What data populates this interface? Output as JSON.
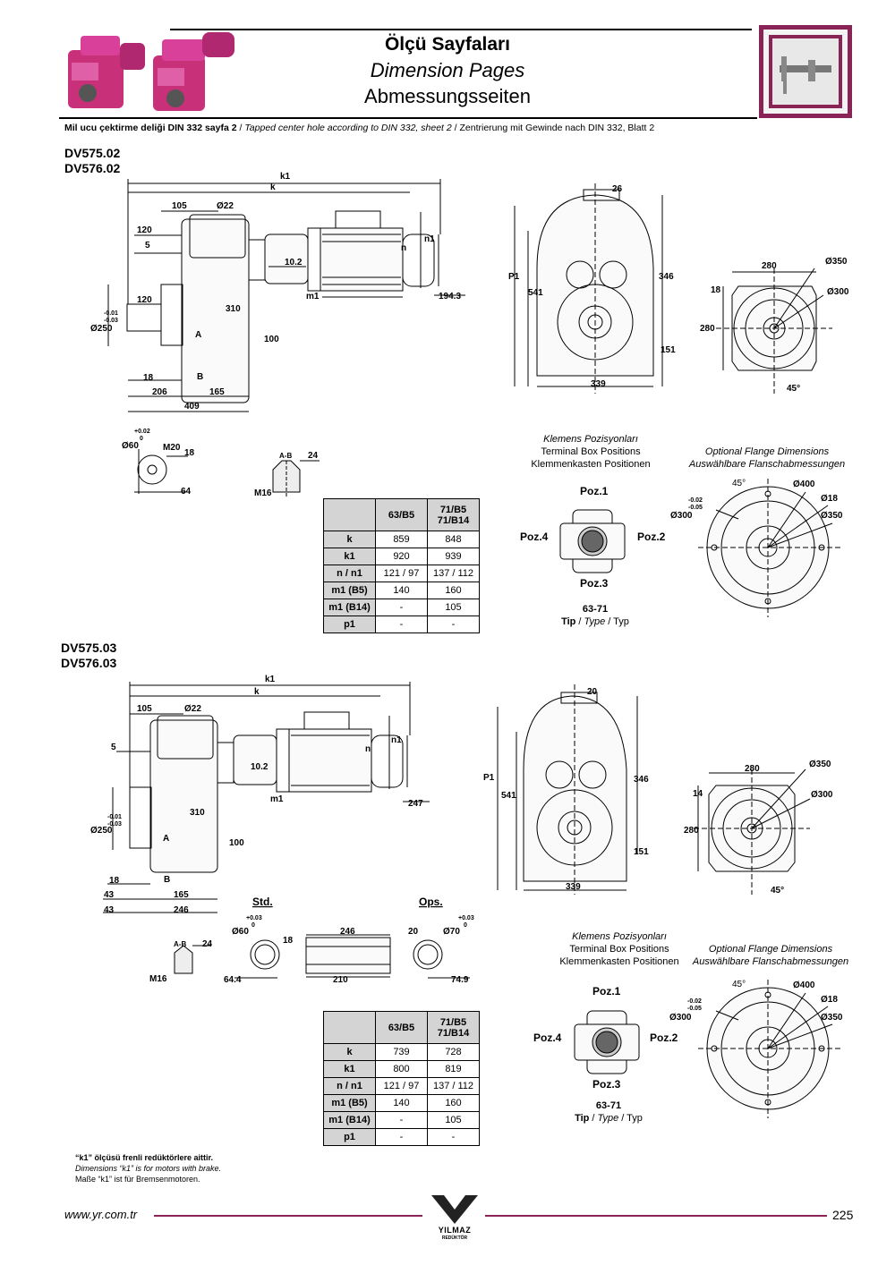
{
  "header": {
    "title_tr": "Ölçü Sayfaları",
    "title_en": "Dimension Pages",
    "title_de": "Abmessungsseiten"
  },
  "subtitle": {
    "tr": "Mil ucu çektirme deliği DIN 332 sayfa 2",
    "en": "Tapped center hole according to DIN 332, sheet 2",
    "de": "Zentrierung mit Gewinde nach DIN 332, Blatt 2",
    "sep": " / "
  },
  "section1": {
    "models": [
      "DV575.02",
      "DV576.02"
    ],
    "side_view": {
      "k1": "k1",
      "k": "k",
      "d105": "105",
      "d22": "Ø22",
      "d120a": "120",
      "d5": "5",
      "d120b": "120",
      "tol_plus": "-0.01",
      "tol_minus": "-0.03",
      "d250": "Ø250",
      "d310": "310",
      "d18": "18",
      "d206": "206",
      "d165": "165",
      "d409": "409",
      "d100": "100",
      "A": "A",
      "B": "B",
      "d10_2": "10.2",
      "m1": "m1",
      "n": "n",
      "n1": "n1",
      "d194_3": "194.3"
    },
    "front_view": {
      "d26": "26",
      "P1": "P1",
      "d541": "541",
      "d346": "346",
      "d151": "151",
      "d339": "339"
    },
    "flange_view": {
      "d280a": "280",
      "d350": "Ø350",
      "d18": "18",
      "d300": "Ø300",
      "d280b": "280",
      "d45": "45°"
    },
    "shaft": {
      "tol_plus": "+0.02",
      "tol_zero": "0",
      "d60": "Ø60",
      "M20": "M20",
      "d18": "18",
      "d64": "64"
    },
    "section_ab": {
      "label": "A-B",
      "d24": "24",
      "M16": "M16"
    },
    "table": {
      "headers": [
        "",
        "63/B5",
        "71/B5\n71/B14"
      ],
      "rows": [
        {
          "label": "k",
          "v1": "859",
          "v2": "848"
        },
        {
          "label": "k1",
          "v1": "920",
          "v2": "939"
        },
        {
          "label": "n / n1",
          "v1": "121 / 97",
          "v2": "137 / 112"
        },
        {
          "label": "m1 (B5)",
          "v1": "140",
          "v2": "160"
        },
        {
          "label": "m1 (B14)",
          "v1": "-",
          "v2": "105"
        },
        {
          "label": "p1",
          "v1": "-",
          "v2": "-"
        }
      ]
    },
    "terminal_box": {
      "line1": "Klemens Pozisyonları",
      "line2": "Terminal Box Positions",
      "line3": "Klemmenkasten Positionen",
      "poz1": "Poz.1",
      "poz2": "Poz.2",
      "poz3": "Poz.3",
      "poz4": "Poz.4",
      "size": "63-71",
      "type_tr": "Tip",
      "type_en": "Type",
      "type_de": "Typ"
    },
    "optional_flange": {
      "line1": "Optional Flange Dimensions",
      "line2": "Auswählbare Flanschabmessungen",
      "d45": "45°",
      "d400": "Ø400",
      "d18": "Ø18",
      "tol1": "-0.02",
      "tol2": "-0.05",
      "d300": "Ø300",
      "d350": "Ø350"
    }
  },
  "section2": {
    "models": [
      "DV575.03",
      "DV576.03"
    ],
    "side_view": {
      "k1": "k1",
      "k": "k",
      "d105": "105",
      "d22": "Ø22",
      "d5": "5",
      "tol_plus": "-0.01",
      "tol_minus": "-0.03",
      "d250": "Ø250",
      "d310": "310",
      "d18": "18",
      "d43a": "43",
      "d43b": "43",
      "d165": "165",
      "d246": "246",
      "d100": "100",
      "A": "A",
      "B": "B",
      "d10_2": "10.2",
      "m1": "m1",
      "n": "n",
      "n1": "n1",
      "d247": "247"
    },
    "front_view": {
      "d20": "20",
      "P1": "P1",
      "d541": "541",
      "d346": "346",
      "d151": "151",
      "d339": "339"
    },
    "flange_view": {
      "d280a": "280",
      "d350": "Ø350",
      "d14": "14",
      "d300": "Ø300",
      "d280b": "280",
      "d45": "45°"
    },
    "hollow_shaft": {
      "std": "Std.",
      "ops": "Ops.",
      "tol_plus": "+0.03",
      "tol_zero": "0",
      "d60": "Ø60",
      "d18": "18",
      "d64_4": "64.4",
      "d246": "246",
      "d210": "210",
      "d20": "20",
      "d70": "Ø70",
      "d74_9": "74.9",
      "tol_plus2": "+0.03",
      "tol_zero2": "0"
    },
    "section_ab": {
      "label": "A-B",
      "d24": "24",
      "M16": "M16"
    },
    "table": {
      "headers": [
        "",
        "63/B5",
        "71/B5\n71/B14"
      ],
      "rows": [
        {
          "label": "k",
          "v1": "739",
          "v2": "728"
        },
        {
          "label": "k1",
          "v1": "800",
          "v2": "819"
        },
        {
          "label": "n / n1",
          "v1": "121 / 97",
          "v2": "137 / 112"
        },
        {
          "label": "m1 (B5)",
          "v1": "140",
          "v2": "160"
        },
        {
          "label": "m1 (B14)",
          "v1": "-",
          "v2": "105"
        },
        {
          "label": "p1",
          "v1": "-",
          "v2": "-"
        }
      ]
    },
    "terminal_box": {
      "line1": "Klemens Pozisyonları",
      "line2": "Terminal Box Positions",
      "line3": "Klemmenkasten Positionen",
      "poz1": "Poz.1",
      "poz2": "Poz.2",
      "poz3": "Poz.3",
      "poz4": "Poz.4",
      "size": "63-71",
      "type_tr": "Tip",
      "type_en": "Type",
      "type_de": "Typ"
    },
    "optional_flange": {
      "line1": "Optional Flange Dimensions",
      "line2": "Auswählbare Flanschabmessungen",
      "d45": "45°",
      "d400": "Ø400",
      "d18": "Ø18",
      "tol1": "-0.02",
      "tol2": "-0.05",
      "d300": "Ø300",
      "d350": "Ø350"
    }
  },
  "note": {
    "tr": "“k1” ölçüsü frenli redüktörlere aittir.",
    "en": "Dimensions “k1” is for motors with brake.",
    "de": "Maße “k1” ist für Bremsenmotoren."
  },
  "footer": {
    "url": "www.yr.com.tr",
    "page": "225",
    "logo": "YILMAZ",
    "logo_sub": "REDÜKTÖR"
  },
  "colors": {
    "product": "#c8307a",
    "accent": "#8b2456",
    "line": "#000000",
    "table_header": "#d4d4d4"
  }
}
